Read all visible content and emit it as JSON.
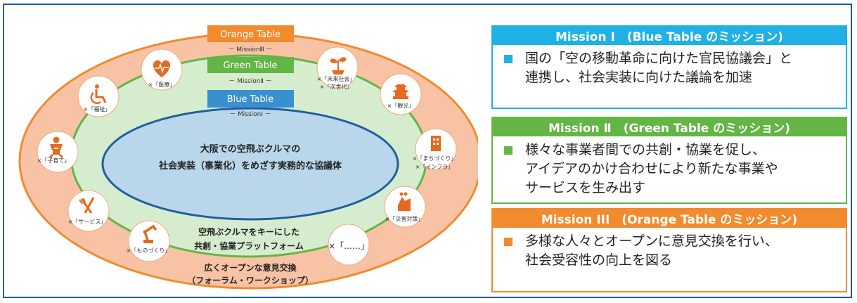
{
  "colors": {
    "frame": "#1f5f9e",
    "orange": "#f28a2e",
    "orange_fill": "#f7c3a4",
    "green": "#63b545",
    "green_fill": "#d6eccf",
    "blue": "#3a8fd0",
    "blue_fill": "#b9d6ea",
    "cyan": "#1fb1e6",
    "icon": "#e46a1f",
    "icon_circle": "#ffffff"
  },
  "diagram": {
    "tables": {
      "orange_label": "Orange Table",
      "orange_mission": "－ MissionⅢ －",
      "green_label": "Green Table",
      "green_mission": "－ MissionⅡ －",
      "blue_label": "Blue Table",
      "blue_mission": "－ MissionⅠ －"
    },
    "center_line1": "大阪での空飛ぶクルマの",
    "center_line2": "社会実装（事業化）をめざす実務的な協議体",
    "green_text_line1": "空飛ぶクルマをキーにした",
    "green_text_line2": "共創・協業プラットフォーム",
    "orange_text_line1": "広くオープンな意見交換",
    "orange_text_line2": "（フォーラム・ワークショップ）",
    "nodes": [
      {
        "icon": "heart-pulse-icon",
        "label1": "×「医療」",
        "label2": ""
      },
      {
        "icon": "wheelchair-icon",
        "label1": "×「福祉」",
        "label2": ""
      },
      {
        "icon": "baby-icon",
        "label1": "×「子育て」",
        "label2": ""
      },
      {
        "icon": "fork-knife-icon",
        "label1": "×「サービス」",
        "label2": ""
      },
      {
        "icon": "robot-arm-icon",
        "label1": "×「ものづくり」",
        "label2": ""
      },
      {
        "icon": "sprout-icon",
        "label1": "×「未来社会」",
        "label2": "×「次世代」"
      },
      {
        "icon": "castle-icon",
        "label1": "×「観光」",
        "label2": ""
      },
      {
        "icon": "building-icon",
        "label1": "×「まちづくり」",
        "label2": "×「インフラ」"
      },
      {
        "icon": "disaster-icon",
        "label1": "×「災害対策」",
        "label2": ""
      },
      {
        "icon": "",
        "label1": "×「……」",
        "label2": ""
      }
    ]
  },
  "missions": [
    {
      "title": "Mission Ⅰ　(Blue Table のミッション)",
      "text": "国の「空の移動革命に向けた官民協議会」と\n連携し、社会実装に向けた議論を加速",
      "color": "#1fb1e6"
    },
    {
      "title": "Mission Ⅱ　(Green Table のミッション)",
      "text": "様々な事業者間での共創・協業を促し、\nアイデアのかけ合わせにより新たな事業や\nサービスを生み出す",
      "color": "#63b545"
    },
    {
      "title": "Mission III　(Orange Table のミッション)",
      "text": "多様な人々とオープンに意見交換を行い、\n社会受容性の向上を図る",
      "color": "#f28a2e"
    }
  ]
}
